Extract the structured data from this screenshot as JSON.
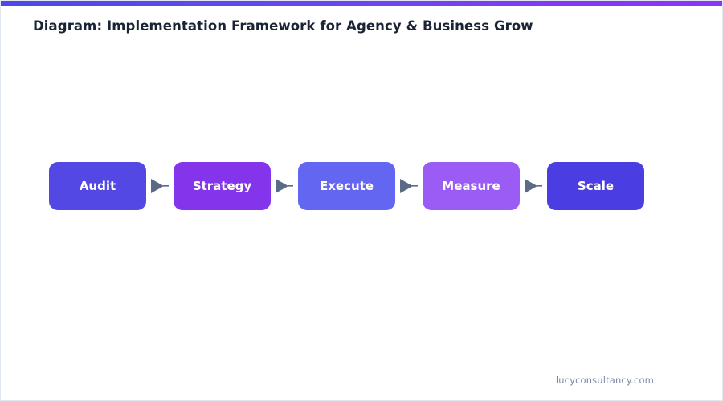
{
  "slide": {
    "title": "Diagram: Implementation Framework for Agency & Business Grow",
    "footer": "lucyconsultancy.com",
    "accent_bar": {
      "from_color": "#4d47e8",
      "to_color": "#8a36f6"
    },
    "title_color": "#1b2434",
    "background_color": "#ffffff",
    "border_color": "#e2e8f0"
  },
  "diagram": {
    "type": "horizontal-process-flow",
    "connector_icon": "arrow-right-icon",
    "connector_color": "#5b6b86",
    "nodes": [
      {
        "label": "Audit",
        "color": "#5348e3",
        "text_color": "#ffffff"
      },
      {
        "label": "Strategy",
        "color": "#8434eb",
        "text_color": "#ffffff"
      },
      {
        "label": "Execute",
        "color": "#6366f1",
        "text_color": "#ffffff"
      },
      {
        "label": "Measure",
        "color": "#9a5cf5",
        "text_color": "#ffffff"
      },
      {
        "label": "Scale",
        "color": "#4a3ee2",
        "text_color": "#ffffff"
      }
    ]
  }
}
